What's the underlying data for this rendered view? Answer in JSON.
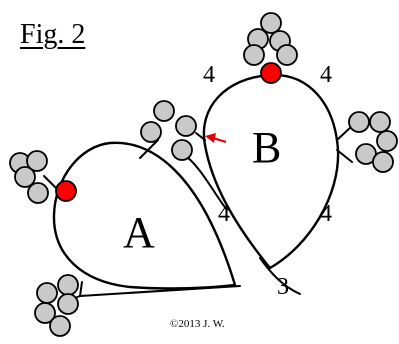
{
  "figure_label": "Fig. 2",
  "rings": {
    "a": {
      "letter": "A"
    },
    "b": {
      "letter": "B"
    }
  },
  "counts": {
    "b_top_left": "4",
    "b_top_right": "4",
    "b_inner_left": "4",
    "b_lower_right": "4",
    "bottom": "3"
  },
  "copyright": "©2013 J. W.",
  "colors": {
    "bead_fill": "#c9c9c9",
    "marker_bead_fill": "#ff0000",
    "arrow": "#e00000",
    "line": "#000000"
  }
}
